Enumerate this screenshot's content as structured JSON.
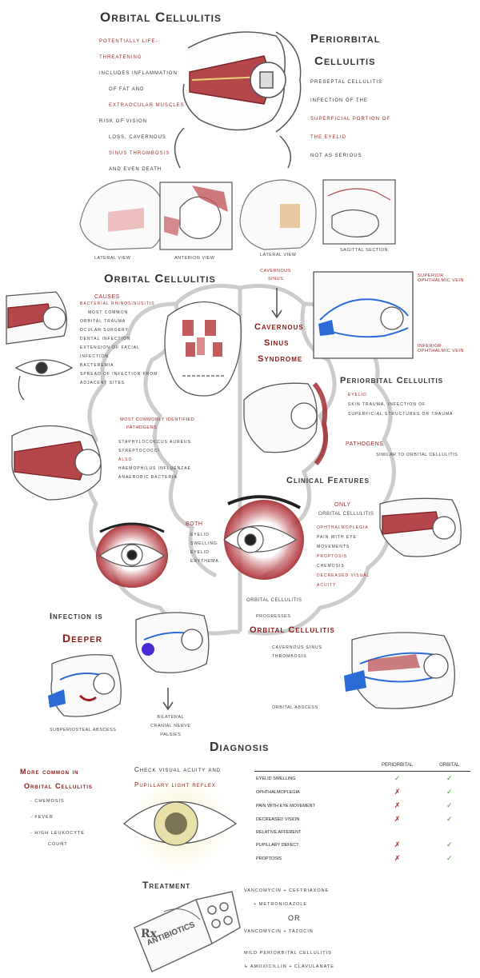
{
  "colors": {
    "muscle": "#b5474a",
    "vein": "#2a6bd6",
    "outline": "#555",
    "cream": "#f4efd0",
    "iris": "#7b7452",
    "check": "#3a9a2a",
    "cross": "#b02a2a"
  },
  "sec1": {
    "title_orbital": "Orbital Cellulitis",
    "title_periorbital_1": "Periorbital",
    "title_periorbital_2": "Cellulitis",
    "left_notes": [
      "Potentially life-threatening",
      "Includes inflammation",
      "of fat and",
      "extraocular muscles",
      "Risk of vision",
      "loss, cavernous",
      "sinus thrombosis",
      "and even death"
    ],
    "right_notes": [
      "Preseptal cellulitis",
      "Infection of the",
      "superficial portion of",
      "the eyelid",
      "Not as serious"
    ],
    "captions": [
      "Lateral view",
      "Anterior view",
      "Lateral view",
      "Sagittal section"
    ]
  },
  "sec2": {
    "title": "Orbital Cellulitis",
    "causes": "Causes",
    "causes_items": [
      "Bacterial rhinosinusitis",
      "Most common",
      "Orbital trauma",
      "Ocular surgery",
      "Dental infection",
      "Extension of facial infection",
      "Bacteremia",
      "Spread of infection from adjacent sites"
    ],
    "cav_label_1": "Cavernous",
    "cav_label_2": "Sinus",
    "cav_title_1": "Cavernous",
    "cav_title_2": "Sinus",
    "cav_title_3": "Syndrome",
    "vein_labels": [
      "Superior ophthalmic vein",
      "Inferior ophthalmic vein"
    ],
    "periorbital_title": "Periorbital Cellulitis",
    "periorbital_items": [
      "Eyelid",
      "Skin trauma, infection of",
      "superficial structures or trauma"
    ],
    "pathogens_title": "Pathogens",
    "pathogens_text": "Similar to orbital cellulitis",
    "most_common_1": "Most commonly identified",
    "most_common_2": "Pathogens",
    "path_items": [
      "Staphylococcus aureus",
      "Streptococci",
      "Also",
      "Haemophilus influenzae",
      "Anaerobic bacteria"
    ]
  },
  "sec3": {
    "clinical": "Clinical Features",
    "both": "Both",
    "both_items": [
      "Eyelid",
      "swelling",
      "Eyelid",
      "erythema"
    ],
    "only": "Only",
    "only_title": "Orbital Cellulitis",
    "only_items": [
      "Ophthalmoplegia",
      "Pain with eye movements",
      "Proptosis",
      "Chemosis",
      "Decreased visual acuity"
    ],
    "infection_is": "Infection is",
    "deeper": "Deeper",
    "orbital_cell": "Orbital Cellulitis",
    "arrow_text": "Progresses",
    "orbital_cell2": "Orbital Cellulitis",
    "lower_items": [
      "Cavernous sinus thrombosis",
      "Bilateral",
      "cranial nerve",
      "palsies"
    ],
    "captions": [
      "Subperiosteal abscess",
      "Orbital abscess"
    ]
  },
  "diagnosis": {
    "title": "Diagnosis",
    "more_1": "More common in",
    "more_2": "Orbital Cellulitis",
    "more_items": [
      "- Chemosis",
      "- Fever",
      "- High leukocyte",
      "count"
    ],
    "check_1": "Check visual acuity and",
    "check_2": "Pupillary light reflex",
    "table_head": [
      "",
      "Periorbital",
      "Orbital"
    ],
    "table_rows": [
      {
        "label": "Eyelid swelling",
        "peri": "✓",
        "orb": "✓"
      },
      {
        "label": "Ophthalmoplegia",
        "peri": "✗",
        "orb": "✓"
      },
      {
        "label": "Pain with eye movement",
        "peri": "✗",
        "orb": "✓"
      },
      {
        "label": "Decreased vision",
        "peri": "✗",
        "orb": "✓"
      },
      {
        "label": "Relative afferent",
        "peri": "",
        "orb": ""
      },
      {
        "label": "pupillary defect",
        "peri": "✗",
        "orb": "✓"
      },
      {
        "label": "Proptosis",
        "peri": "✗",
        "orb": "✓"
      }
    ]
  },
  "treatment": {
    "title": "Treatment",
    "line1": "Vancomycin + Ceftriaxone",
    "line2": "+ Metronidazole",
    "or": "OR",
    "line3": "Vancomycin + Tazocin",
    "line4": "Mild periorbital cellulitis",
    "line5": "↳ Amoxicillin + Clavulanate",
    "rx": "Rx",
    "antibiotics": "ANTIBIOTICS"
  }
}
